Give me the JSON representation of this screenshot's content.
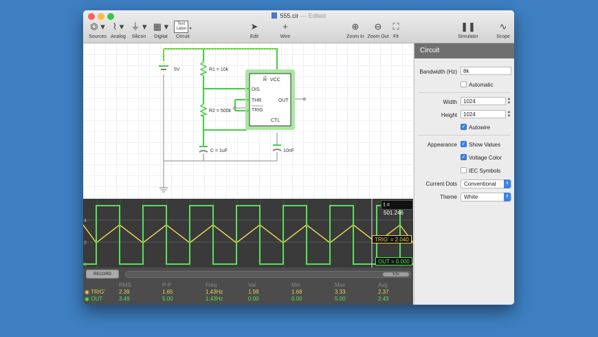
{
  "window": {
    "title": "555.cir",
    "edited": "Edited"
  },
  "toolbar": {
    "sources": "Sources",
    "analog": "Analog",
    "silicon": "Silicon",
    "digital": "Digital",
    "circuit": "Circuit",
    "text_icon_line1": "Text",
    "text_icon_line2": "Label",
    "edit": "Edit",
    "wire": "Wire",
    "zoom_in": "Zoom In",
    "zoom_out": "Zoom Out",
    "fit": "Fit",
    "simulator": "Simulator",
    "scope": "Scope"
  },
  "schematic": {
    "v_source": "5V",
    "r1": "R1 = 10k",
    "r2": "R2 = 500k",
    "c1": "C = 1uF",
    "c2": "10nF",
    "ic_pins": {
      "r": "R",
      "vcc": "VCC",
      "dis": "DIS",
      "thr": "THR",
      "trig": "TRIG",
      "out": "OUT",
      "ctl": "CTL"
    }
  },
  "scope": {
    "time_readout": "t = 501.246",
    "trig_readout": "TRIG' = 2.040",
    "out_readout": "OUT = 0.000",
    "y_ticks": [
      "4",
      "2",
      "0"
    ],
    "record_label": "RECORD",
    "duration_label": "5.0s",
    "colors": {
      "trig": "#e9cf55",
      "out": "#58e058"
    },
    "stats": {
      "headers": [
        "RMS",
        "P-P",
        "Freq",
        "Val",
        "Min",
        "Max",
        "Avg"
      ],
      "rows": [
        {
          "name": "TRIG'",
          "values": [
            "2.39",
            "1.65",
            "1.43Hz",
            "1.98",
            "1.68",
            "3.33",
            "2.37"
          ]
        },
        {
          "name": "OUT",
          "values": [
            "3.49",
            "5.00",
            "1.43Hz",
            "0.00",
            "0.00",
            "5.00",
            "2.43"
          ]
        }
      ]
    }
  },
  "panel": {
    "title": "Circuit",
    "bandwidth_label": "Bandwidth (Hz)",
    "bandwidth_value": "8k",
    "automatic_label": "Automatic",
    "width_label": "Width",
    "width_value": "1024",
    "height_label": "Height",
    "height_value": "1024",
    "autowire_label": "Autowire",
    "appearance_label": "Appearance",
    "show_values_label": "Show Values",
    "voltage_color_label": "Voltage Color",
    "iec_symbols_label": "IEC Symbols",
    "current_dots_label": "Current Dots",
    "current_dots_value": "Conventional",
    "theme_label": "Theme",
    "theme_value": "White"
  }
}
